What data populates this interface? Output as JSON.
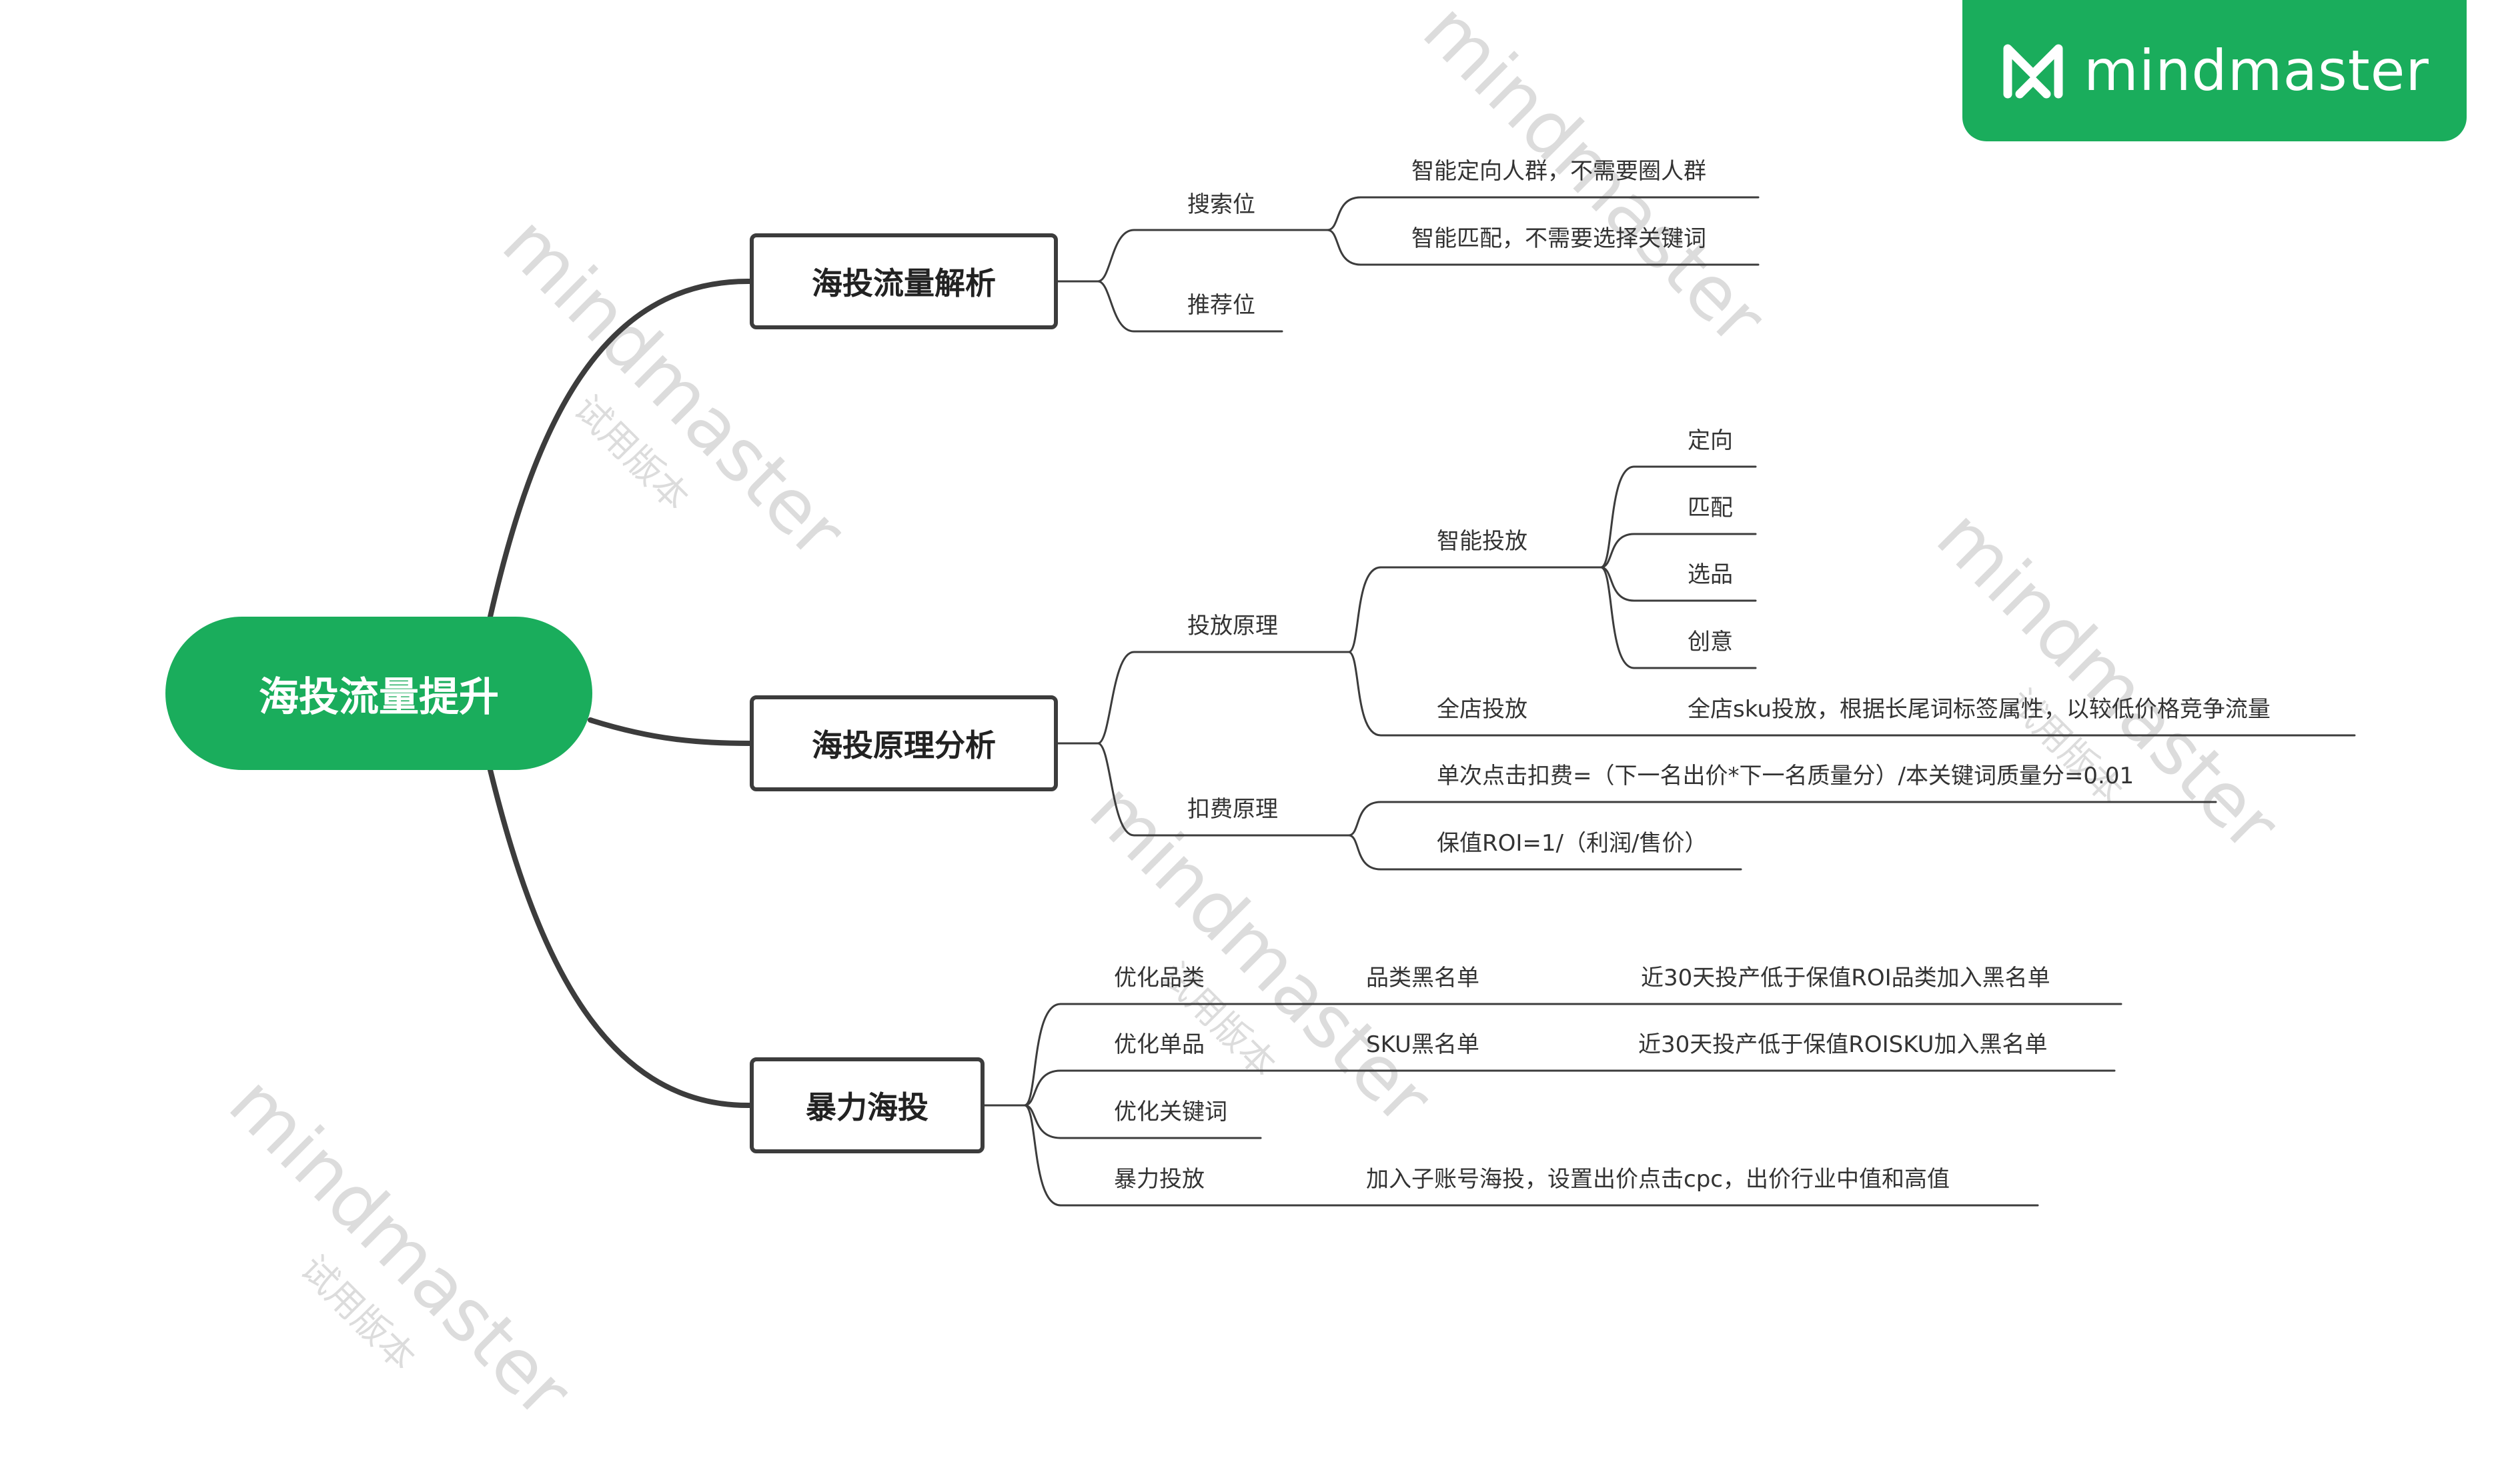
{
  "brand": {
    "name": "mindmaster",
    "color": "#1aad5c",
    "icon": "mindmaster-logo-icon"
  },
  "watermark": {
    "text": "mindmaster",
    "subtitle": "试用版本"
  },
  "colors": {
    "accent": "#1aad5c",
    "line": "#3c3c3c"
  },
  "root": {
    "label": "海投流量提升"
  },
  "branches": {
    "b1": {
      "label": "海投流量解析",
      "sousuo": {
        "label": "搜索位",
        "items": [
          "智能定向人群，不需要圈人群",
          "智能匹配，不需要选择关键词"
        ]
      },
      "tuijian": {
        "label": "推荐位"
      }
    },
    "b2": {
      "label": "海投原理分析",
      "toufang": {
        "label": "投放原理",
        "zhineng": {
          "label": "智能投放",
          "items": [
            "定向",
            "匹配",
            "选品",
            "创意"
          ]
        },
        "quandian": {
          "label": "全店投放",
          "detail": "全店sku投放，根据长尾词标签属性，以较低价格竞争流量"
        }
      },
      "koufei": {
        "label": "扣费原理",
        "items": [
          "单次点击扣费=（下一名出价*下一名质量分）/本关键词质量分=0.01",
          "保值ROI=1/（利润/售价）"
        ]
      }
    },
    "b3": {
      "label": "暴力海投",
      "rows": [
        {
          "label": "优化品类",
          "sub": "品类黑名单",
          "detail": "近30天投产低于保值ROI品类加入黑名单"
        },
        {
          "label": "优化单品",
          "sub": "SKU黑名单",
          "detail": "近30天投产低于保值ROISKU加入黑名单"
        },
        {
          "label": "优化关键词"
        },
        {
          "label": "暴力投放",
          "detail": "加入子账号海投，设置出价点击cpc，出价行业中值和高值"
        }
      ]
    }
  }
}
